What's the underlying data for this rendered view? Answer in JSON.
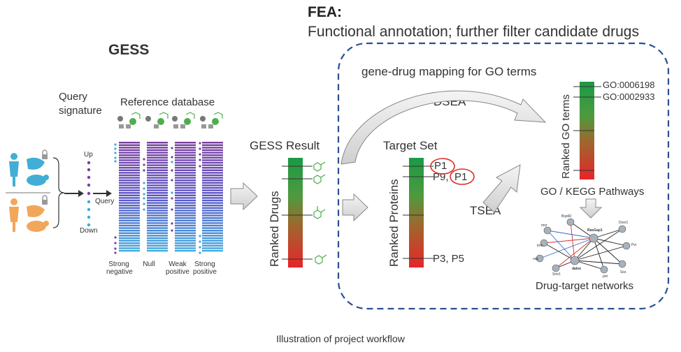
{
  "fea": {
    "title": "FEA:",
    "subtitle": "Functional annotation; further filter candidate drugs"
  },
  "gess": {
    "title": "GESS",
    "query_signature": [
      "Query",
      "signature"
    ],
    "reference_database": "Reference database",
    "signature_up": "Up",
    "signature_query": "Query",
    "signature_down": "Down",
    "column_labels": [
      {
        "line1": "Strong",
        "line2": "negative"
      },
      {
        "line1": "Null",
        "line2": ""
      },
      {
        "line1": "Weak",
        "line2": "positive"
      },
      {
        "line1": "Strong",
        "line2": "positive"
      }
    ]
  },
  "gess_result": {
    "title": "GESS Result",
    "axis_label": "Ranked Drugs"
  },
  "mapping": {
    "label": "gene-drug mapping for GO terms",
    "dsea": "DSEA",
    "tsea": "TSEA"
  },
  "target_set": {
    "title": "Target Set",
    "axis_label": "Ranked Proteins",
    "p1_top": "P1",
    "p9": "P9,",
    "p1_second": "P1",
    "p3p5": "P3, P5"
  },
  "go": {
    "axis_label": "Ranked GO terms",
    "term1": "GO:0006198",
    "term2": "GO:0002933",
    "pathways": "GO / KEGG Pathways"
  },
  "network": {
    "title": "Drug-target networks",
    "nodes": [
      "mor",
      "Bsp60",
      "RasGap1",
      "Dsor1",
      "Pvr",
      "brm",
      "osa",
      "Sos",
      "Smr1",
      "daleo",
      "pnt"
    ]
  },
  "caption": "Illustration of project workflow",
  "colors": {
    "accent_blue": "#2b4f8f",
    "highlight_red": "#d9302c",
    "gradient_top": "#1a9a45",
    "gradient_bottom": "#e8242a",
    "bar_purple": "#7b3fa0",
    "bar_blue": "#3fa9e0"
  }
}
